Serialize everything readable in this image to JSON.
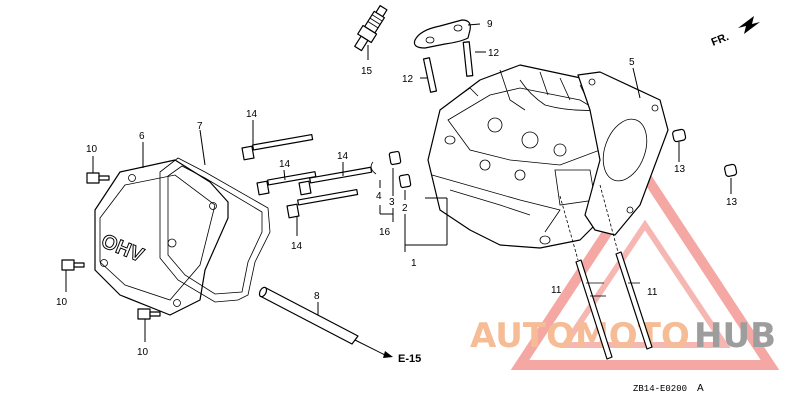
{
  "direction_marker": "FR.",
  "reference_code": "ZB14-E0200",
  "reference_suffix": "A",
  "engine_cover_text": "OHV",
  "external_ref": "E-15",
  "watermark": {
    "text_a": "AUTOMOTO",
    "text_b": "HUB",
    "color_a": "#f4b183",
    "color_b": "#8c8c8c",
    "triangle_color": "#e8443a"
  },
  "callouts": [
    "1",
    "2",
    "3",
    "4",
    "5",
    "6",
    "7",
    "8",
    "9",
    "10",
    "10",
    "10",
    "11",
    "11",
    "12",
    "12",
    "13",
    "13",
    "14",
    "14",
    "14",
    "14",
    "15",
    "16"
  ]
}
